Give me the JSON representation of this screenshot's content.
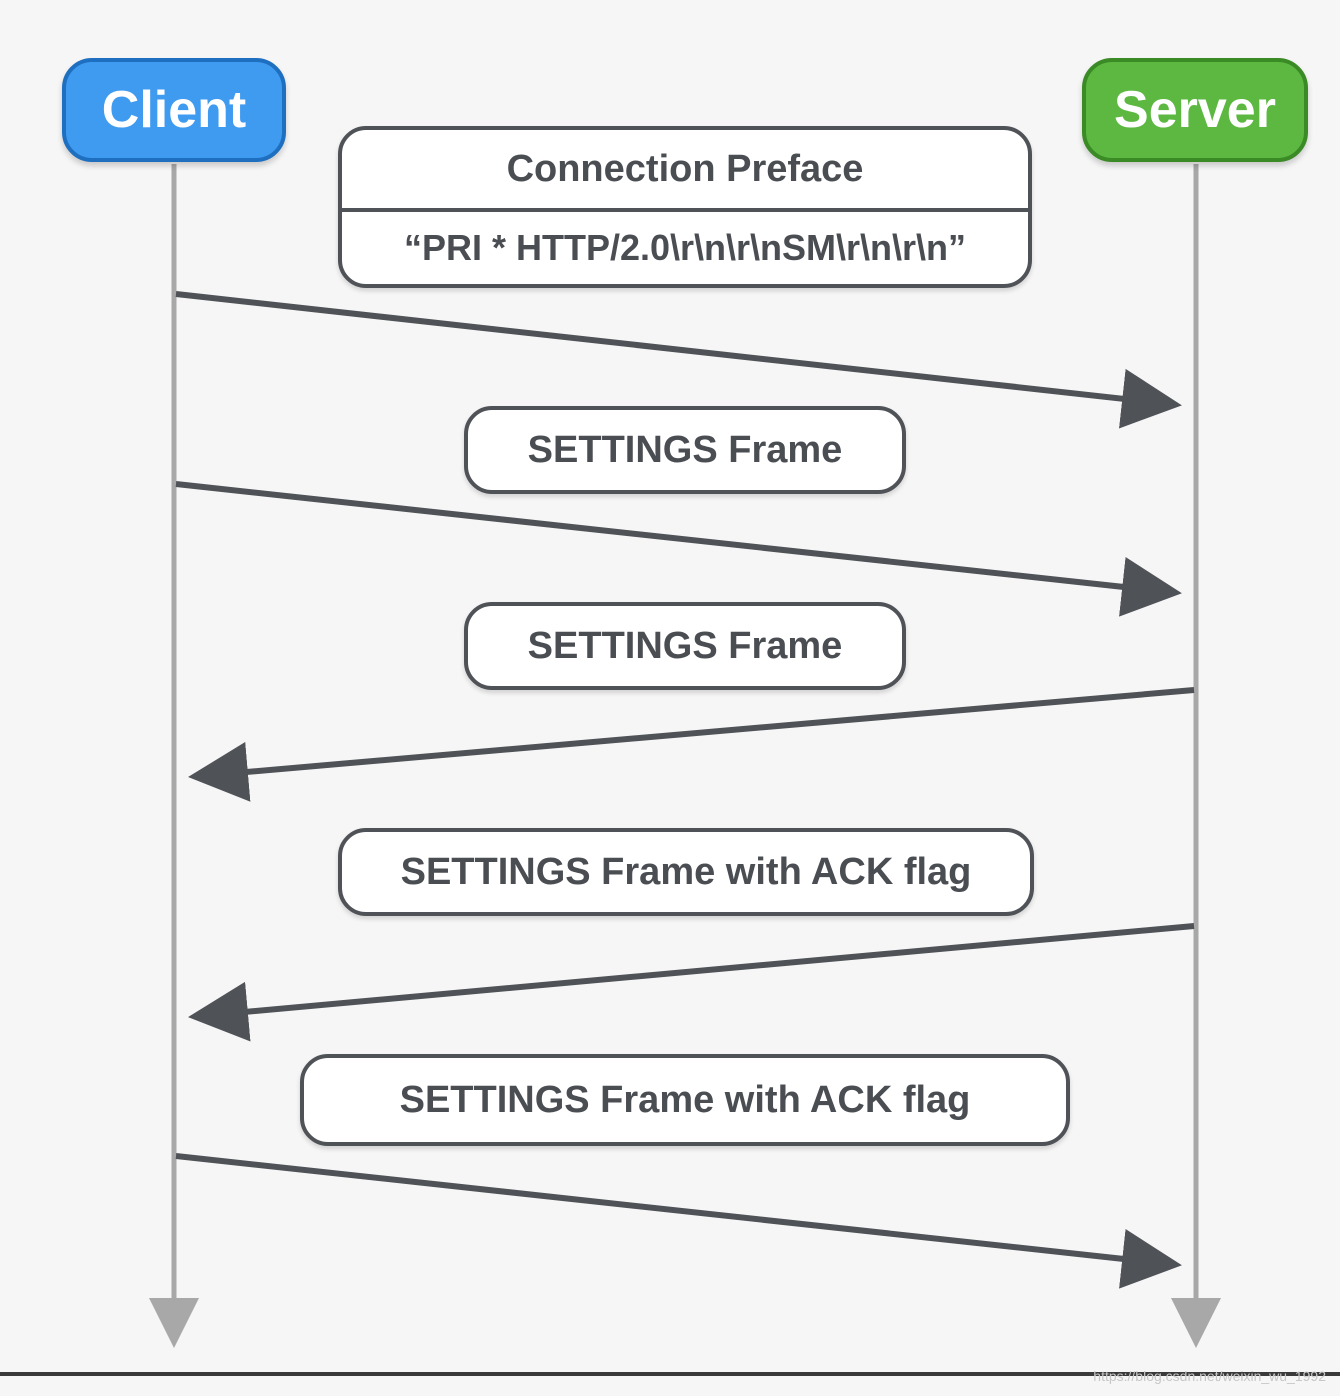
{
  "actors": {
    "client": "Client",
    "server": "Server"
  },
  "connection_preface": {
    "title": "Connection Preface",
    "value": "“PRI * HTTP/2.0\\r\\n\\r\\nSM\\r\\n\\r\\n”"
  },
  "frames": [
    {
      "label": "SETTINGS Frame"
    },
    {
      "label": "SETTINGS Frame"
    },
    {
      "label": "SETTINGS Frame with ACK flag"
    },
    {
      "label": "SETTINGS Frame with ACK flag"
    }
  ],
  "messages": [
    {
      "from": "client",
      "to": "server"
    },
    {
      "from": "client",
      "to": "server"
    },
    {
      "from": "server",
      "to": "client"
    },
    {
      "from": "server",
      "to": "client"
    },
    {
      "from": "client",
      "to": "server"
    }
  ],
  "colors": {
    "client": "#3f9bf0",
    "server": "#5cb841",
    "arrow": "#4f5257",
    "lifeline": "#a8a8a8"
  },
  "watermark": "https://blog.csdn.net/weixin_wu_1992"
}
